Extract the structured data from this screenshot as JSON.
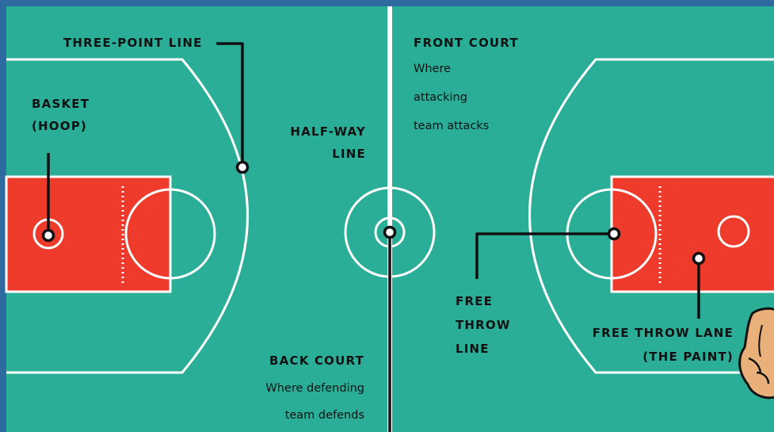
{
  "colors": {
    "frame": "#2c6aa0",
    "court": "#2aae98",
    "paint": "#ee3b2b",
    "lines": "#ffffff",
    "callouts": "#111111"
  },
  "labels": {
    "three_point_line": "THREE-POINT LINE",
    "basket_line1": "BASKET",
    "basket_line2": "(HOOP)",
    "half_way_line1": "HALF-WAY",
    "half_way_line2": "LINE",
    "front_court_title": "FRONT COURT",
    "front_court_desc1": "Where",
    "front_court_desc2": "attacking",
    "front_court_desc3": "team attacks",
    "free_throw_line1": "FREE",
    "free_throw_line2": "THROW",
    "free_throw_line3": "LINE",
    "free_throw_lane_line1": "FREE THROW LANE",
    "free_throw_lane_line2": "(THE PAINT)",
    "back_court_title": "BACK COURT",
    "back_court_desc1": "Where defending",
    "back_court_desc2": "team defends"
  },
  "icons": {
    "player_hand": "hand-icon"
  }
}
